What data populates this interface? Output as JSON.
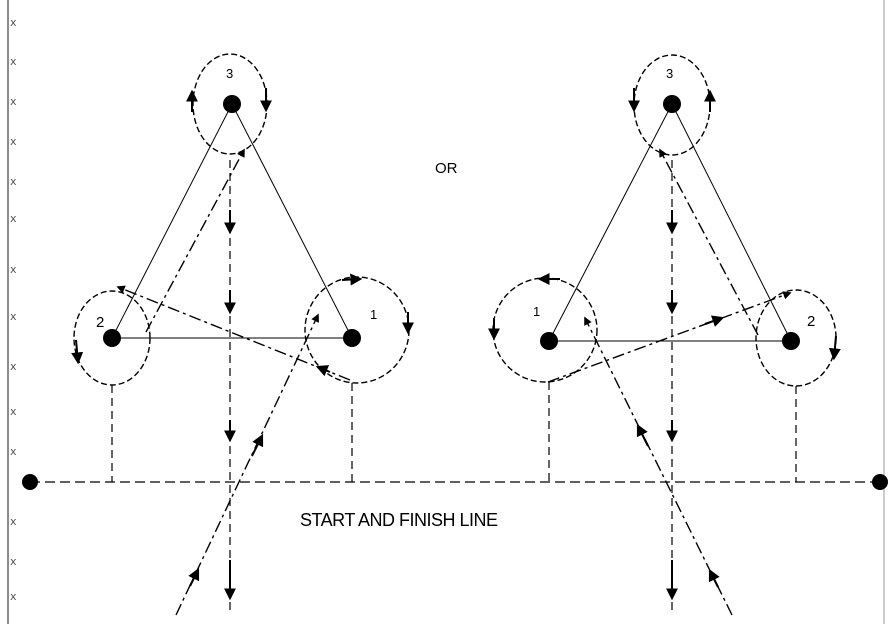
{
  "labels": {
    "or": "OR",
    "start_finish": "START AND FINISH LINE"
  },
  "left_pattern": {
    "barrel_1": "1",
    "barrel_2": "2",
    "barrel_3": "3"
  },
  "right_pattern": {
    "barrel_1": "1",
    "barrel_2": "2",
    "barrel_3": "3"
  },
  "margin_mark": "x",
  "colors": {
    "stroke": "#000000",
    "page_border": "#666666",
    "background": "#ffffff"
  }
}
